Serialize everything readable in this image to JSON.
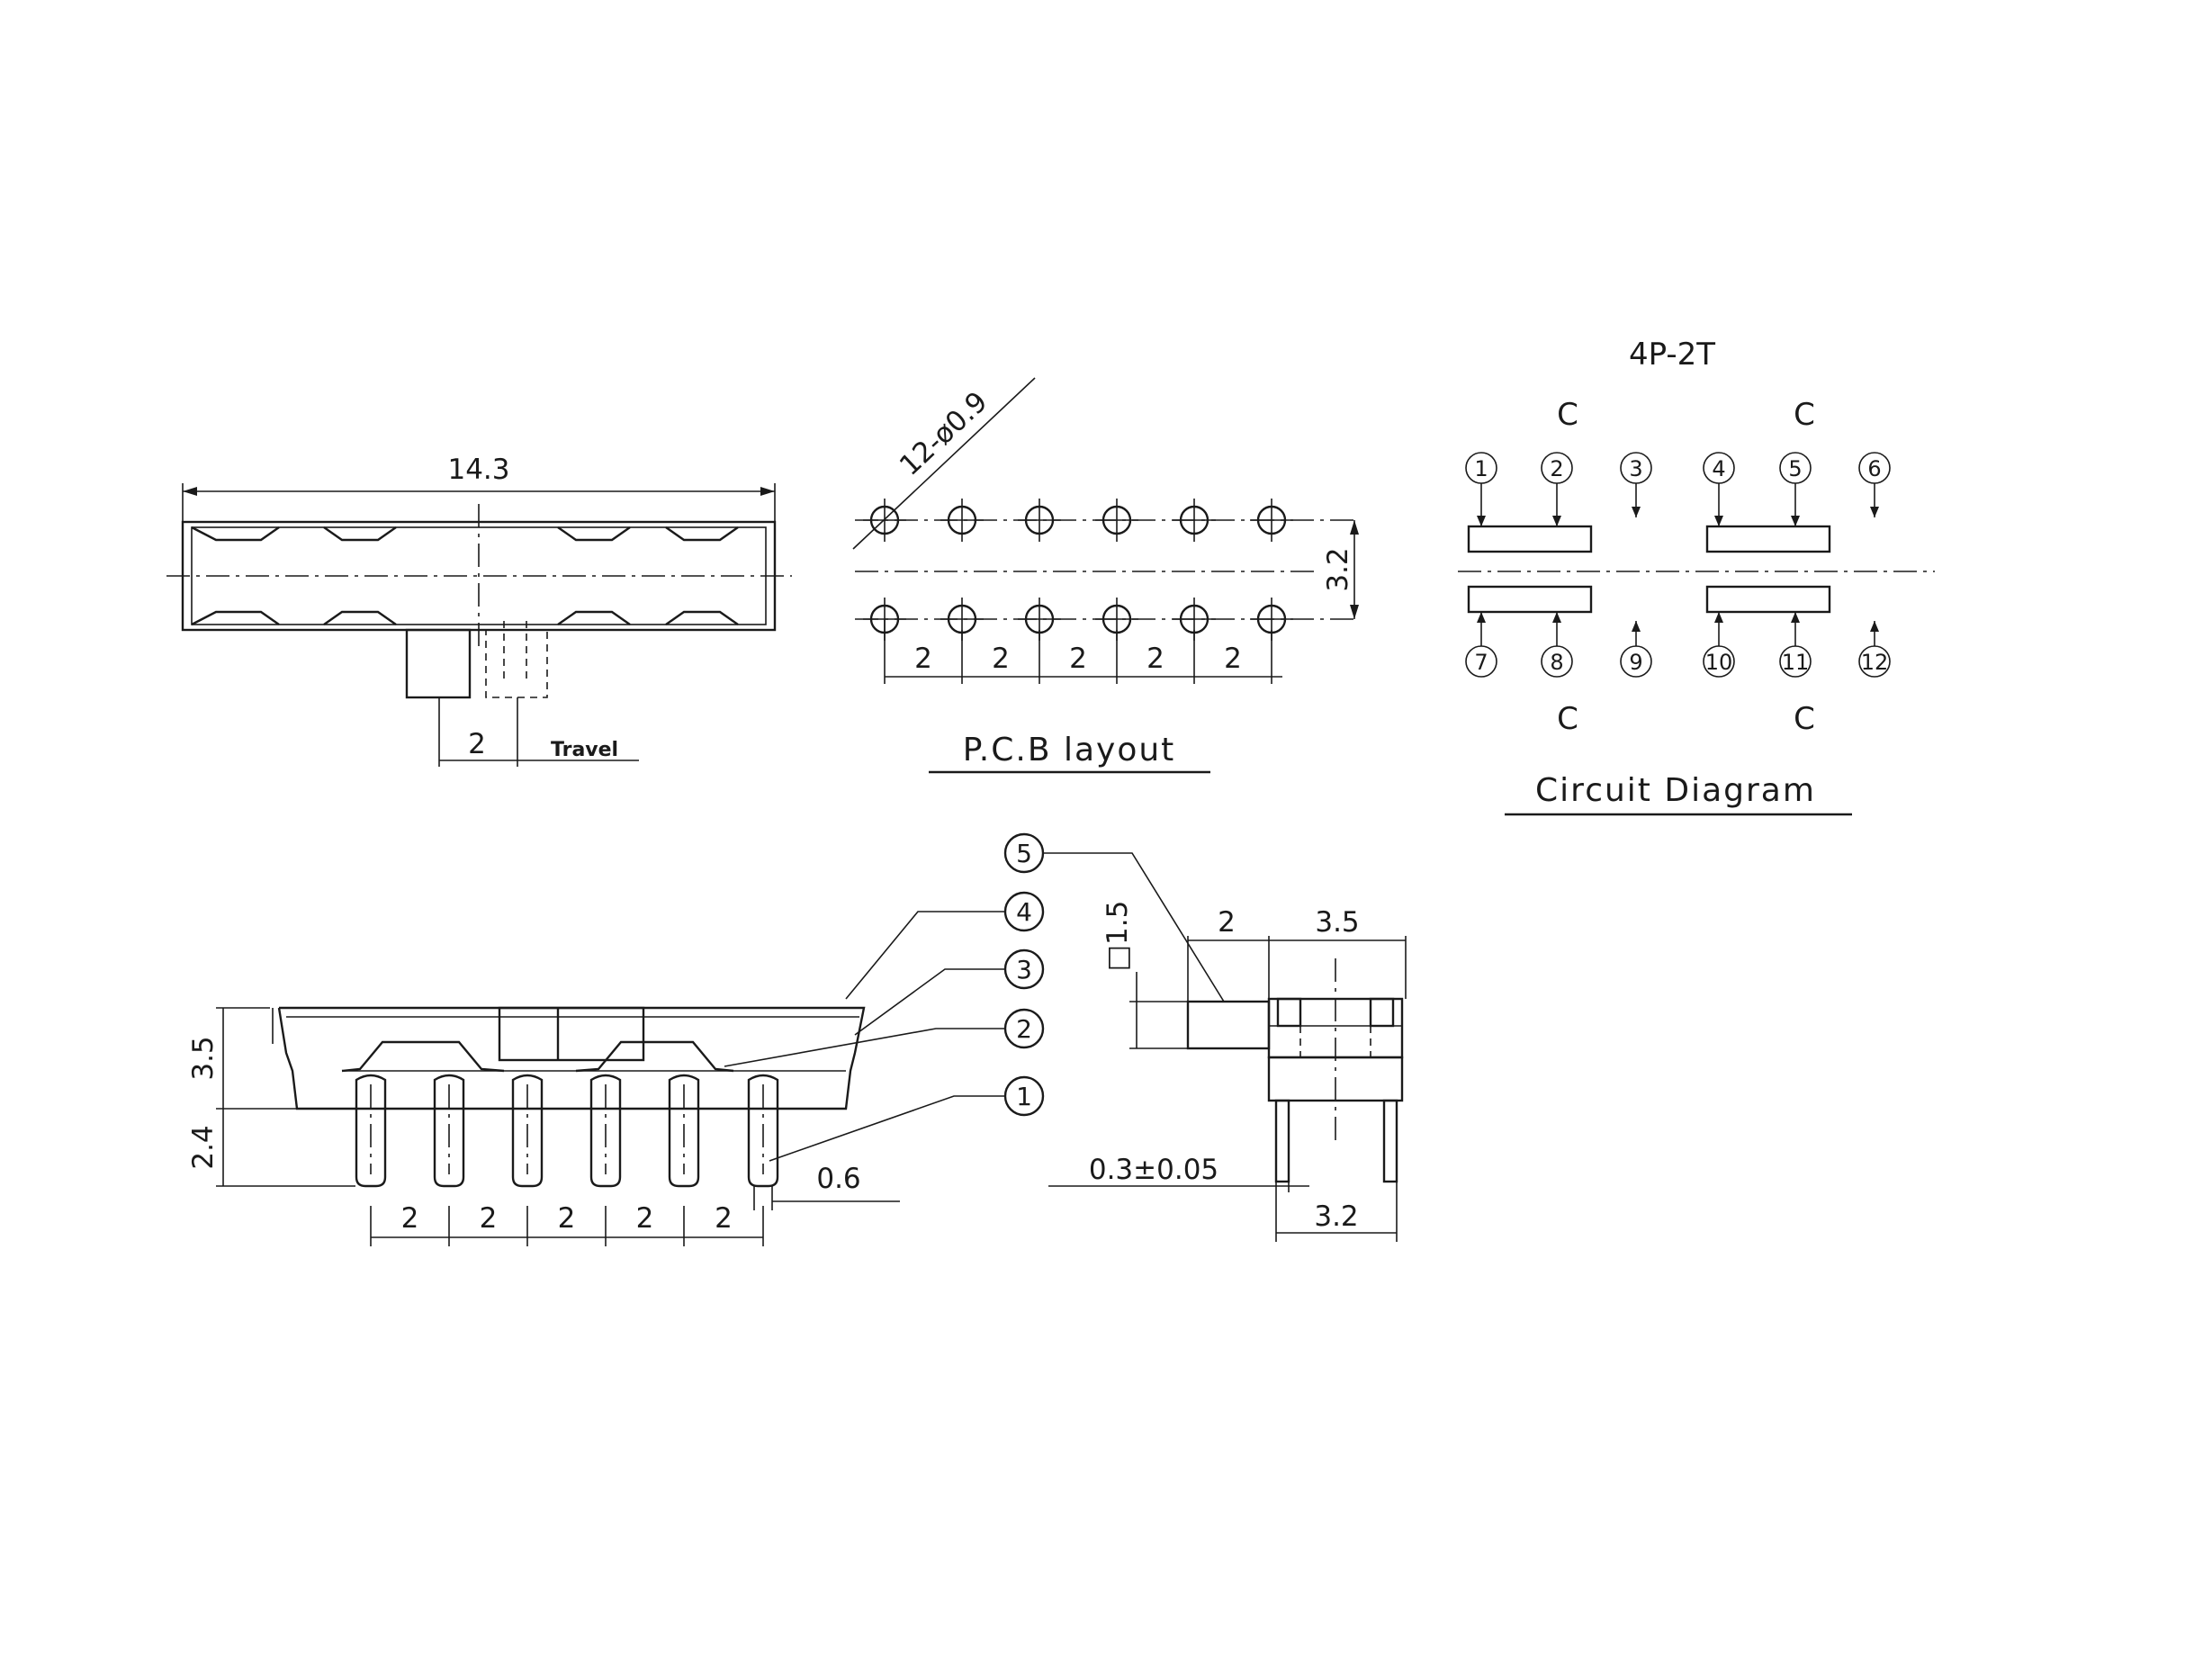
{
  "top_view": {
    "dim_length": "14.3",
    "dim_travel": "2",
    "travel_label": "Travel"
  },
  "pcb": {
    "hole_spec": "12-ø0.9",
    "row_pitch": "3.2",
    "pitch_labels": [
      "2",
      "2",
      "2",
      "2",
      "2"
    ],
    "title": "P.C.B layout"
  },
  "circuit": {
    "config": "4P-2T",
    "common_label": "C",
    "top_pins": [
      "1",
      "2",
      "3",
      "4",
      "5",
      "6"
    ],
    "bottom_pins": [
      "7",
      "8",
      "9",
      "10",
      "11",
      "12"
    ],
    "title": "Circuit Diagram"
  },
  "side_view": {
    "height_body": "3.5",
    "height_pin": "2.4",
    "pin_width": "0.6",
    "pitch_labels": [
      "2",
      "2",
      "2",
      "2",
      "2"
    ],
    "part_callouts": [
      "5",
      "4",
      "3",
      "2",
      "1"
    ]
  },
  "end_view": {
    "actuator_size": "□1.5",
    "actuator_length": "2",
    "body_depth": "3.5",
    "pin_thickness": "0.3±0.05",
    "pin_span": "3.2"
  }
}
